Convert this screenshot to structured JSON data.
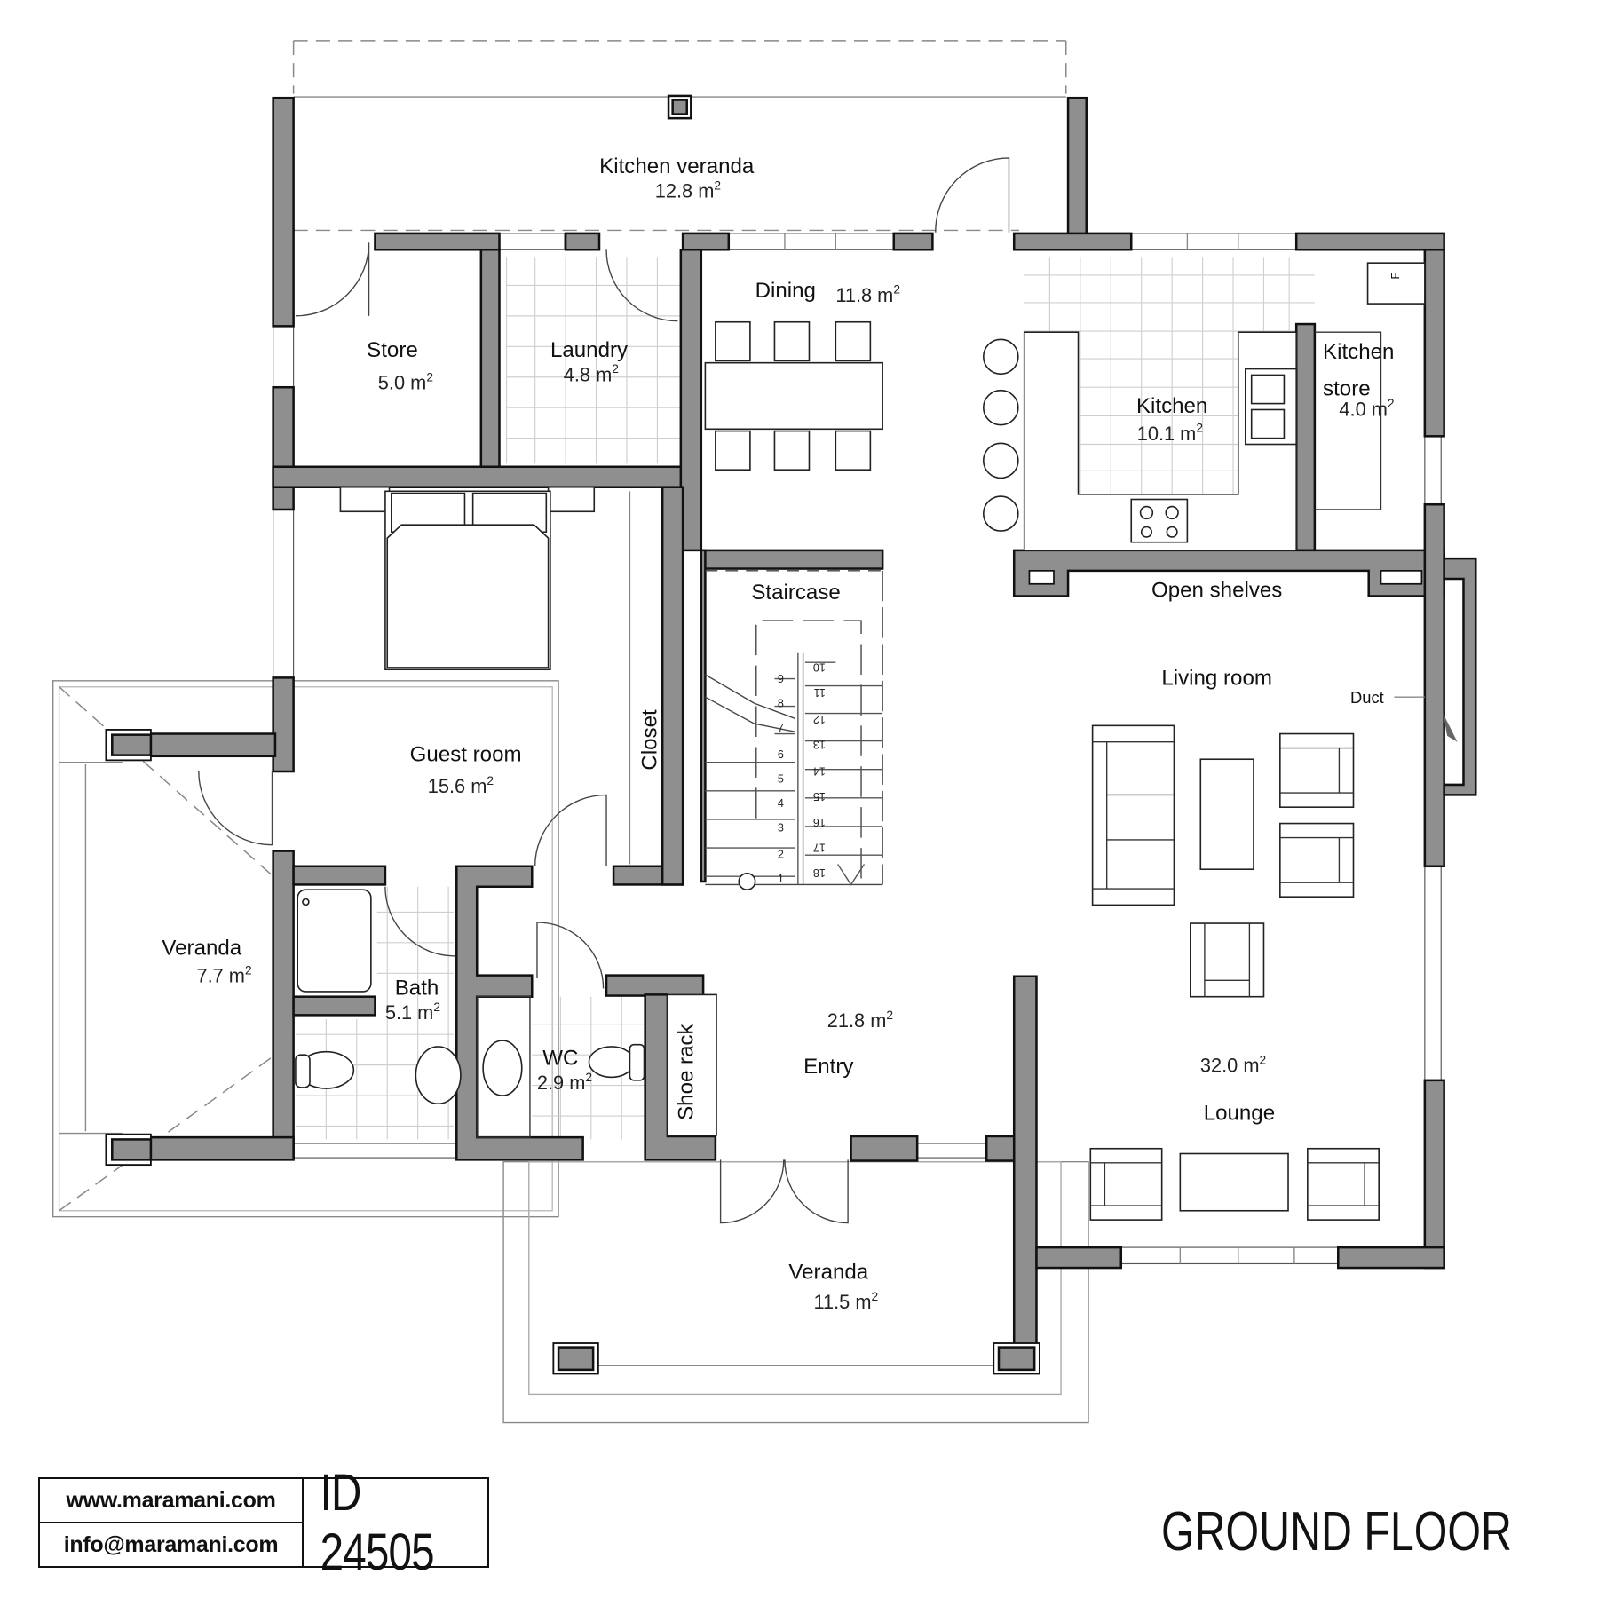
{
  "drawing": {
    "title": "GROUND FLOOR",
    "plan_id": "ID 24505",
    "website": "www.maramani.com",
    "email": "info@maramani.com",
    "unit": "m²"
  },
  "colors": {
    "wall_fill": "#8f8f8f",
    "wall_outline": "#111111",
    "tile_lines": "#cfcfcf",
    "background": "#ffffff"
  },
  "rooms": {
    "kitchen_veranda": {
      "label": "Kitchen veranda",
      "area": "12.8 m",
      "sup": "2"
    },
    "store": {
      "label": "Store",
      "area": "5.0 m",
      "sup": "2"
    },
    "laundry": {
      "label": "Laundry",
      "area": "4.8 m",
      "sup": "2"
    },
    "dining": {
      "label": "Dining",
      "area": "11.8 m",
      "sup": "2"
    },
    "kitchen": {
      "label": "Kitchen",
      "area": "10.1 m",
      "sup": "2"
    },
    "kitchen_store": {
      "label_line1": "Kitchen",
      "label_line2": "store",
      "area": "4.0 m",
      "sup": "2"
    },
    "open_shelves": {
      "label": "Open shelves"
    },
    "staircase": {
      "label": "Staircase"
    },
    "living_room": {
      "label": "Living room"
    },
    "duct": {
      "label": "Duct"
    },
    "guest_room": {
      "label": "Guest room",
      "area": "15.6 m",
      "sup": "2"
    },
    "closet": {
      "label": "Closet"
    },
    "veranda_left": {
      "label": "Veranda",
      "area": "7.7 m",
      "sup": "2"
    },
    "bath": {
      "label": "Bath",
      "area": "5.1 m",
      "sup": "2"
    },
    "wc": {
      "label": "WC",
      "area": "2.9 m",
      "sup": "2"
    },
    "shoe_rack": {
      "label": "Shoe rack"
    },
    "entry": {
      "label": "Entry",
      "area": "21.8 m",
      "sup": "2"
    },
    "lounge": {
      "label": "Lounge",
      "area": "32.0 m",
      "sup": "2"
    },
    "veranda_front": {
      "label": "Veranda",
      "area": "11.5 m",
      "sup": "2"
    }
  },
  "staircase": {
    "steps_up": [
      "1",
      "2",
      "3",
      "4",
      "5",
      "6",
      "7",
      "8",
      "9"
    ],
    "steps_down": [
      "10",
      "11",
      "12",
      "13",
      "14",
      "15",
      "16",
      "17",
      "18"
    ]
  },
  "appliances": {
    "fridge_mark": "F"
  }
}
